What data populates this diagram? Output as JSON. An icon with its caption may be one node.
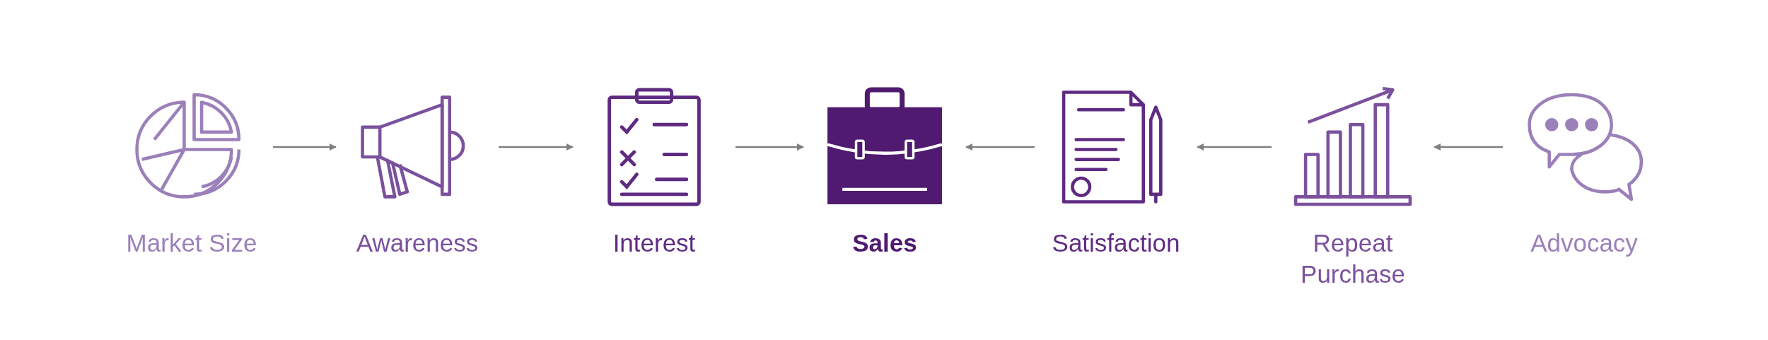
{
  "diagram": {
    "nodes": [
      {
        "text": [
          "Market Size"
        ]
      },
      {
        "text": [
          "Awareness"
        ]
      },
      {
        "text": [
          "Interest"
        ]
      },
      {
        "text": [
          "Sales"
        ]
      },
      {
        "text": [
          "Satisfaction"
        ]
      },
      {
        "text": [
          "Repeat Purchase"
        ]
      },
      {
        "text": [
          "Advocacy"
        ]
      }
    ],
    "edges": [
      {
        "from": 0,
        "to": 1,
        "arrow": "to"
      },
      {
        "from": 1,
        "to": 2,
        "arrow": "to"
      },
      {
        "from": 2,
        "to": 3,
        "arrow": "to"
      },
      {
        "from": 4,
        "to": 3,
        "arrow": "to"
      },
      {
        "from": 5,
        "to": 4,
        "arrow": "to"
      },
      {
        "from": 6,
        "to": 5,
        "arrow": "to"
      }
    ]
  }
}
